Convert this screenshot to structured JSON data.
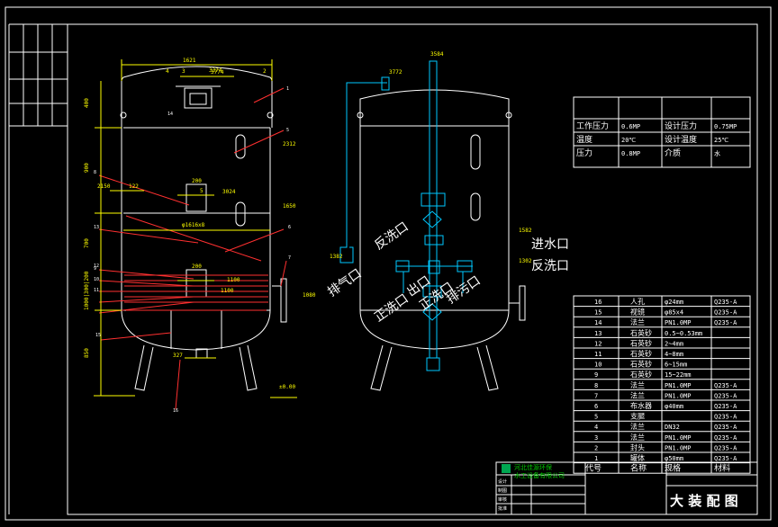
{
  "colors": {
    "background": "#000000",
    "frame": "#ffffff",
    "dimension": "#ffff00",
    "leader": "#ff0000",
    "piping": "#00c8ff",
    "tank": "#ffffff",
    "logo_green": "#00a651"
  },
  "left_view": {
    "overall_width": "1621",
    "top_dims": [
      "4",
      "3",
      "3774",
      "2"
    ],
    "side_heights": [
      "400",
      "900",
      "700",
      "850"
    ],
    "upper_stack": "1000|300|200",
    "level_marks": [
      "2312",
      "1650",
      "1100",
      "1080",
      "3374"
    ],
    "nozzle_labels": [
      "2150",
      "122",
      "200",
      "3024",
      "200",
      "1100",
      "5"
    ],
    "shell_spec": "φ1616x8",
    "part_numbers": [
      "1",
      "5",
      "6",
      "7",
      "8",
      "9",
      "10",
      "11",
      "12",
      "13",
      "14",
      "15",
      "16"
    ],
    "bottom_marks": [
      "327",
      "±0.00"
    ]
  },
  "right_view": {
    "top_marks": [
      "3772",
      "3584"
    ],
    "side_marks": [
      "1582",
      "1302",
      "1382"
    ],
    "labels": [
      "进水口",
      "反洗口",
      "排气口",
      "反洗口",
      "正洗口",
      "出口",
      "正洗口",
      "排污口"
    ]
  },
  "spec_table": {
    "rows": [
      [
        "工作压力",
        "0.6MP",
        "设计压力",
        "0.75MP"
      ],
      [
        "温度",
        "20℃",
        "设计温度",
        "25℃"
      ],
      [
        "压力",
        "0.8MP",
        "介质",
        "水"
      ]
    ]
  },
  "parts_list": {
    "rows": [
      [
        "16",
        "人孔",
        "φ24mm",
        "Q235-A"
      ],
      [
        "15",
        "视镜",
        "φ85x4",
        "Q235-A"
      ],
      [
        "14",
        "法兰",
        "PN1.0MP",
        "Q235-A"
      ],
      [
        "13",
        "石英砂",
        "0.5~0.53mm",
        ""
      ],
      [
        "12",
        "石英砂",
        "2~4mm",
        ""
      ],
      [
        "11",
        "石英砂",
        "4~8mm",
        ""
      ],
      [
        "10",
        "石英砂",
        "6~15mm",
        ""
      ],
      [
        "9",
        "石英砂",
        "15~22mm",
        ""
      ],
      [
        "8",
        "法兰",
        "PN1.0MP",
        "Q235-A"
      ],
      [
        "7",
        "法兰",
        "PN1.0MP",
        "Q235-A"
      ],
      [
        "6",
        "布水器",
        "φ40mm",
        "Q235-A"
      ],
      [
        "5",
        "支腿",
        "",
        "Q235-A"
      ],
      [
        "4",
        "法兰",
        "DN32",
        "Q235-A"
      ],
      [
        "3",
        "法兰",
        "PN1.0MP",
        "Q235-A"
      ],
      [
        "2",
        "封头",
        "PN1.0MP",
        "Q235-A"
      ],
      [
        "1",
        "罐体",
        "φ50mm",
        "Q235-A"
      ]
    ],
    "footer": [
      "代号",
      "名称",
      "规格",
      "材料"
    ]
  },
  "title_block": {
    "company_line1": "河北佳源环保",
    "company_line2": "水工设备有限公司",
    "row_labels": [
      "设计",
      "制图",
      "审核",
      "批准"
    ],
    "drawing_title": "大 装 配 图"
  }
}
